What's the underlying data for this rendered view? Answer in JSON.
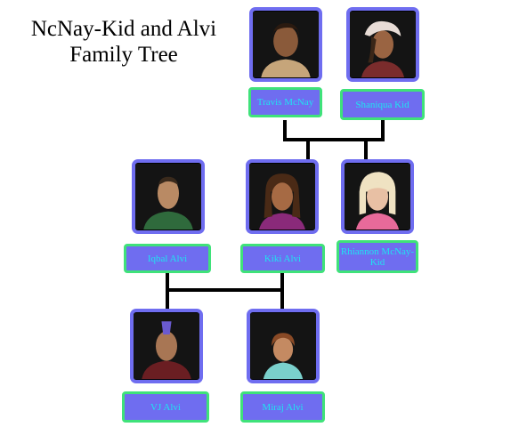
{
  "title": {
    "line1": "NcNay-Kid and Alvi",
    "line2": "Family Tree"
  },
  "colors": {
    "card": "#6f6df0",
    "border": "#3fe27a",
    "text": "#1fe4f0",
    "connector": "#000000"
  },
  "people": {
    "travis": {
      "name": "Travis McNay"
    },
    "shaniqua": {
      "name": "Shaniqua Kid"
    },
    "iqbal": {
      "name": "Iqbal Alvi"
    },
    "kiki": {
      "name": "Kiki Alvi"
    },
    "rhiannon": {
      "name": "Rhiannon McNay-Kid"
    },
    "vj": {
      "name": "VJ Alvi"
    },
    "miraj": {
      "name": "Miraj Alvi"
    }
  }
}
